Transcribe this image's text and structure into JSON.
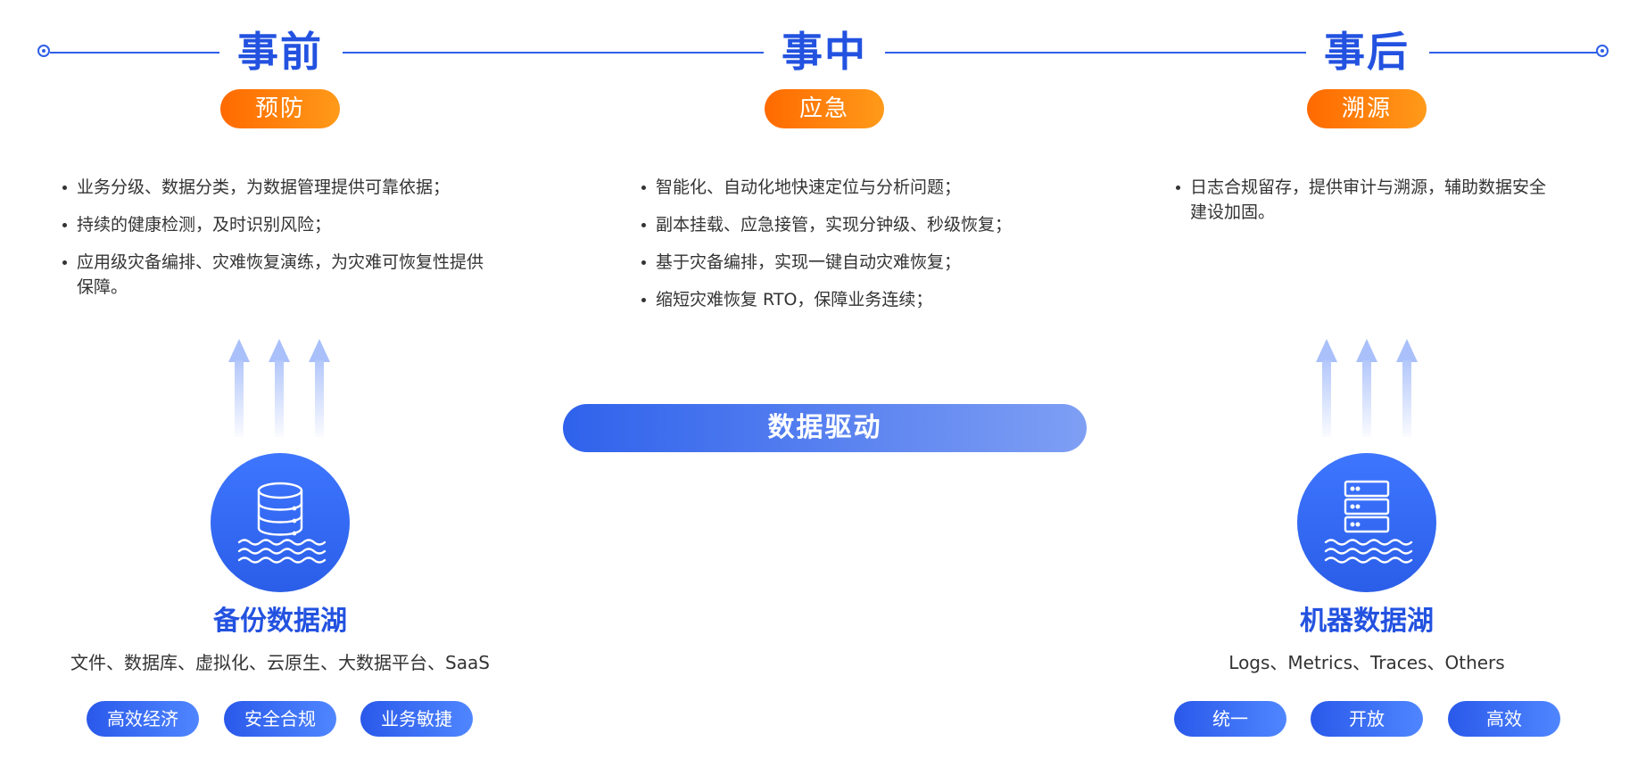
{
  "phases": [
    {
      "title": "事前",
      "badge": "预防",
      "bullets": [
        "业务分级、数据分类，为数据管理提供可靠依据；",
        "持续的健康检测，及时识别风险；",
        "应用级灾备编排、灾难恢复演练，为灾难可恢复性提供保障。"
      ]
    },
    {
      "title": "事中",
      "badge": "应急",
      "bullets": [
        "智能化、自动化地快速定位与分析问题；",
        "副本挂载、应急接管，实现分钟级、秒级恢复；",
        "基于灾备编排，实现一键自动灾难恢复；",
        "缩短灾难恢复 RTO，保障业务连续；"
      ]
    },
    {
      "title": "事后",
      "badge": "溯源",
      "bullets": [
        "日志合规留存，提供审计与溯源，辅助数据安全建设加固。"
      ]
    }
  ],
  "center": {
    "label": "数据驱动"
  },
  "lakes": [
    {
      "title": "备份数据湖",
      "subtitle": "文件、数据库、虚拟化、云原生、大数据平台、SaaS",
      "icon": "database-lake-icon",
      "tags": [
        "高效经济",
        "安全合规",
        "业务敏捷"
      ]
    },
    {
      "title": "机器数据湖",
      "subtitle": "Logs、Metrics、Traces、Others",
      "icon": "server-lake-icon",
      "tags": [
        "统一",
        "开放",
        "高效"
      ]
    }
  ],
  "colors": {
    "primary": "#2352e0",
    "accent_orange": "#ff6a00",
    "arrow_light": "#a9c0fb"
  }
}
